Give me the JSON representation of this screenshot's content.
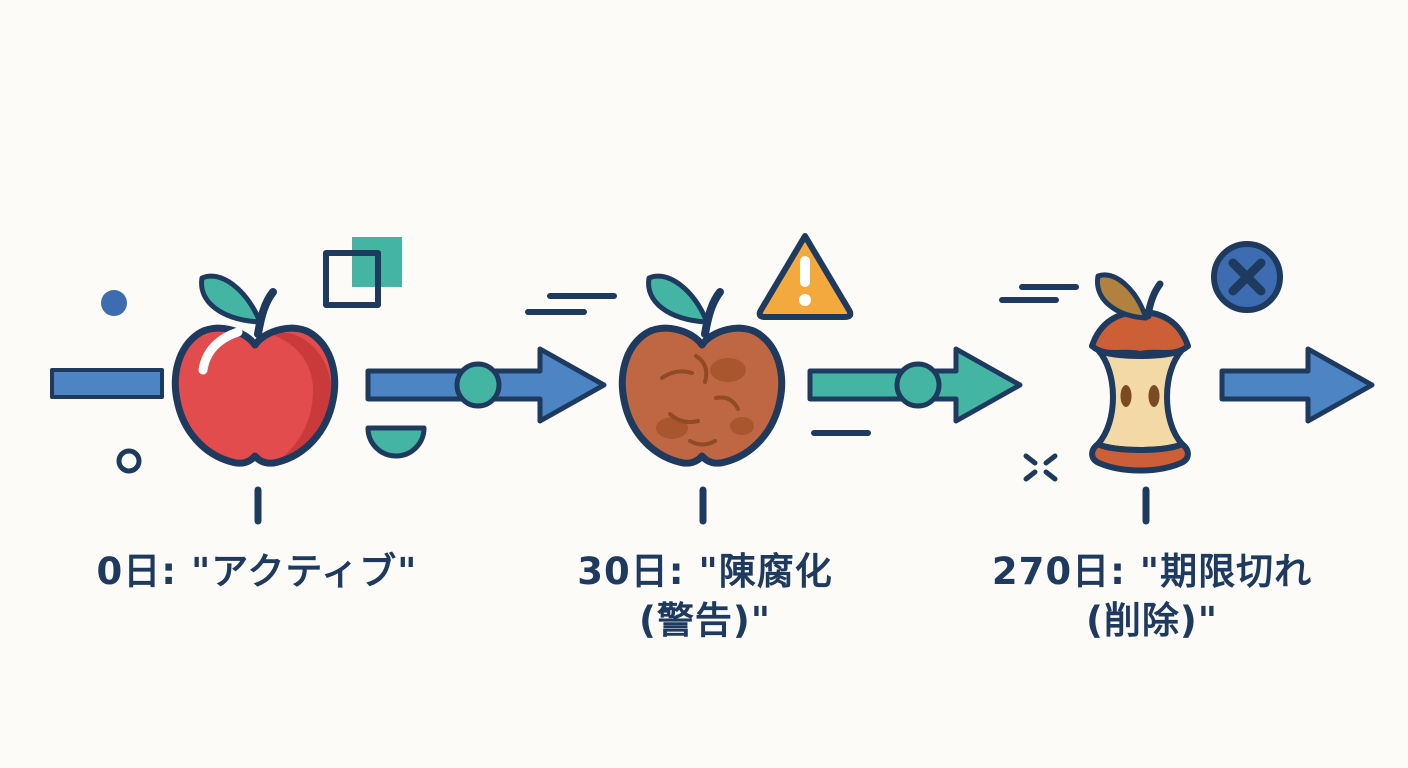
{
  "diagram_title": "apple-lifecycle-timeline",
  "stages": [
    {
      "icon": "fresh-apple-icon",
      "day": "0日",
      "status": "アクティブ",
      "label_lines": [
        "0日: \"アクティブ\""
      ]
    },
    {
      "icon": "rotten-apple-icon",
      "badge": "warning-triangle-icon",
      "day": "30日",
      "status": "陳腐化 (警告)",
      "label_lines": [
        "30日: \"陳腐化",
        "(警告)\""
      ]
    },
    {
      "icon": "apple-core-icon",
      "badge": "x-circle-icon",
      "day": "270日",
      "status": "期限切れ (削除)",
      "label_lines": [
        "270日: \"期限切れ",
        "(削除)\""
      ]
    }
  ],
  "flow": {
    "arrows": [
      {
        "name": "timeline-start-bar",
        "color": "#4d84c4"
      },
      {
        "name": "arrow-active-to-stale",
        "color": "#4d84c4",
        "node_color": "#45b5a3"
      },
      {
        "name": "arrow-stale-to-expired",
        "color": "#45b5a3",
        "node_color": "#45b5a3"
      },
      {
        "name": "arrow-exit",
        "color": "#4d84c4"
      }
    ]
  },
  "icons": [
    "fresh-apple-icon",
    "rotten-apple-icon",
    "apple-core-icon",
    "warning-triangle-icon",
    "x-circle-icon",
    "speed-lines-icon",
    "sparkle-icon"
  ],
  "colors": {
    "background": "#fcfbf7",
    "outline": "#1e3a5e",
    "text": "#1e3a5e",
    "arrow_blue": "#4d84c4",
    "badge_blue": "#3e6cb0",
    "teal": "#45b5a3",
    "apple_red": "#e24c4c",
    "apple_red_shade": "#cb3a3a",
    "rotten_brown": "#bf6742",
    "rotten_brown_dark": "#a9562f",
    "wrinkle_brown": "#8f4a26",
    "core_tan": "#f3d9a6",
    "core_rust": "#cc5f36",
    "seed_brown": "#7a4a22",
    "dry_leaf_brown": "#b0813f",
    "warning_orange": "#f4a93c"
  }
}
